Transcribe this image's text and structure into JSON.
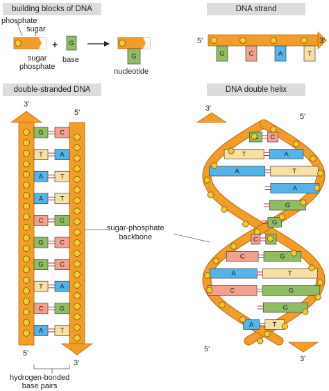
{
  "headers": {
    "building_blocks": "building blocks of DNA",
    "dna_strand": "DNA strand",
    "double_stranded": "double-stranded DNA",
    "double_helix": "DNA double helix"
  },
  "labels": {
    "phosphate": "phosphate",
    "sugar": "sugar",
    "sugar_phosphate": "sugar\nphosphate",
    "plus": "+",
    "base": "base",
    "nucleotide": "nucleotide",
    "backbone": "sugar-phosphate\nbackbone",
    "hbond": "hydrogen-bonded\nbase pairs",
    "prime3": "3'",
    "prime5": "5'"
  },
  "base_letter": "G",
  "strand_bases": [
    "G",
    "C",
    "A",
    "T"
  ],
  "ladder_pairs": [
    [
      "G",
      "C"
    ],
    [
      "T",
      "A"
    ],
    [
      "A",
      "T"
    ],
    [
      "A",
      "T"
    ],
    [
      "C",
      "G"
    ],
    [
      "G",
      "C"
    ],
    [
      "G",
      "C"
    ],
    [
      "T",
      "A"
    ],
    [
      "C",
      "G"
    ],
    [
      "A",
      "T"
    ]
  ],
  "helix_pairs": [
    [
      "G",
      "C"
    ],
    [
      "T",
      "A"
    ],
    [
      "A",
      "T"
    ],
    [
      "",
      "A"
    ],
    [
      "",
      "G"
    ],
    [
      "",
      "G"
    ],
    [
      "C",
      "G"
    ],
    [
      "C",
      "G"
    ],
    [
      "A",
      "T"
    ],
    [
      "C",
      "G"
    ],
    [
      "",
      "G"
    ],
    [
      "A",
      "T"
    ]
  ],
  "colors": {
    "backbone": "#f29c2a",
    "backbone_dark": "#b86a10",
    "phosphate": "#f5c830",
    "G": "#8fbe62",
    "C": "#f3a08f",
    "A": "#54b4e8",
    "T": "#f8e0a4",
    "hbond": "#c0324a",
    "header": "#dcdcdc"
  }
}
